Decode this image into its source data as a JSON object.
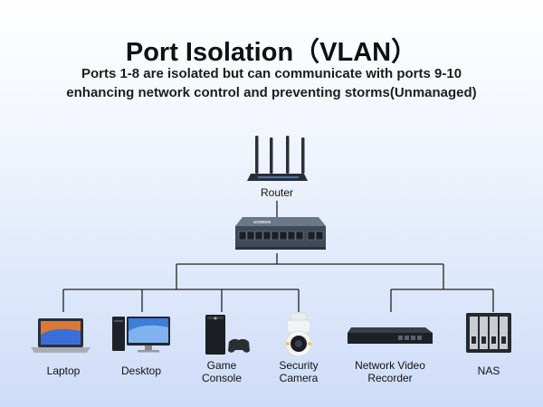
{
  "title": "Port Isolation（VLAN）",
  "subtitle_lines": [
    "Ports 1-8 are isolated but can communicate with ports 9-10",
    "enhancing network control and preventing storms(Unmanaged)"
  ],
  "nodes": {
    "router": {
      "label": "Router",
      "icon": "router-icon"
    },
    "switch": {
      "label": "UGREEN",
      "icon": "network-switch-icon"
    },
    "devices": [
      {
        "label_lines": [
          "Laptop"
        ],
        "icon": "laptop-icon"
      },
      {
        "label_lines": [
          "Desktop"
        ],
        "icon": "desktop-icon"
      },
      {
        "label_lines": [
          "Game",
          "Console"
        ],
        "icon": "game-console-icon"
      },
      {
        "label_lines": [
          "Security",
          "Camera"
        ],
        "icon": "security-camera-icon"
      },
      {
        "label_lines": [
          "Network Video",
          "Recorder"
        ],
        "icon": "nvr-icon"
      },
      {
        "label_lines": [
          "NAS"
        ],
        "icon": "nas-icon"
      }
    ]
  },
  "colors": {
    "line": "#222222",
    "switch_body": "#3e4a59",
    "router_body": "#2a2e34",
    "background_bottom": "#cfdcf8"
  }
}
